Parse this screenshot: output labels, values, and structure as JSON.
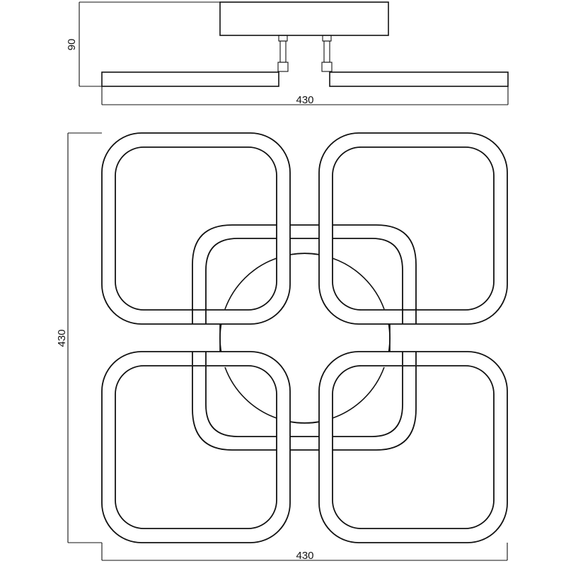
{
  "side_view": {
    "height_label": "90",
    "width_label": "430"
  },
  "top_view": {
    "height_label": "430",
    "width_label": "430"
  },
  "colors": {
    "stroke": "#111111",
    "background": "#ffffff"
  }
}
